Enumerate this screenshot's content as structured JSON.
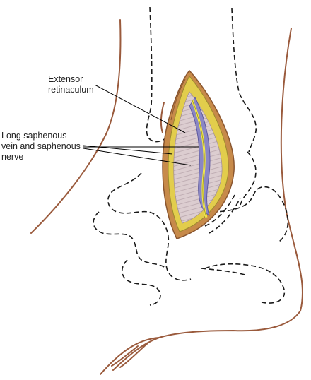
{
  "labels": {
    "extensor_retinaculum": [
      "Extensor",
      "retinaculum"
    ],
    "saphenous": [
      "Long saphenous",
      "vein and saphenous",
      "nerve"
    ]
  },
  "colors": {
    "skin_outline": "#9a5a3c",
    "bone_outline": "#1a1a1a",
    "wound_edge": "#b8783e",
    "fat": "#e4cf4a",
    "retinaculum": "#d8c8cc",
    "vein": "#8a86c4",
    "nerve": "#f2e94a",
    "leader": "#000000"
  }
}
